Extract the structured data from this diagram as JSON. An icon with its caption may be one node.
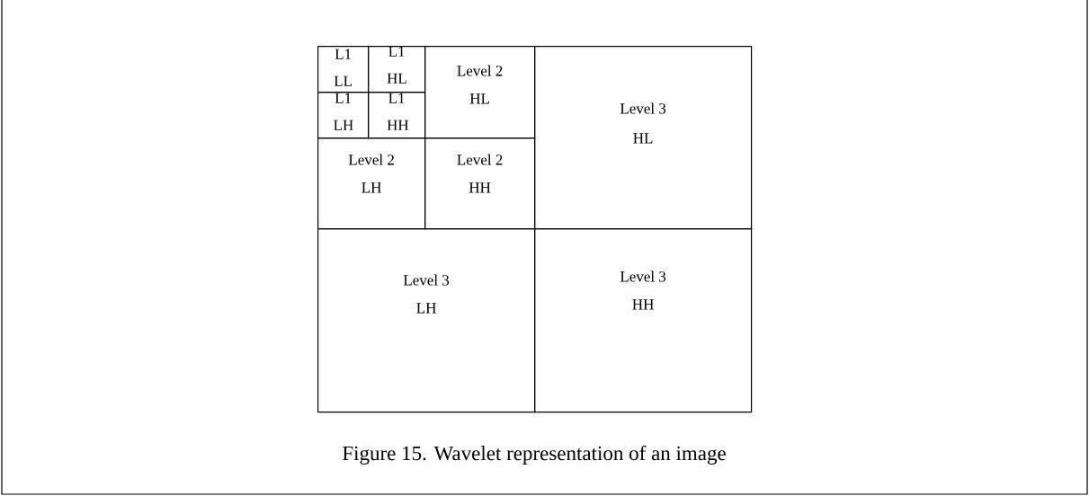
{
  "diagram": {
    "caption": "Figure 15. Wavelet representation of an image",
    "nodes": [
      {
        "text": [
          "L1 LL"
        ]
      },
      {
        "text": [
          "L1 HL"
        ]
      },
      {
        "text": [
          "L1 LH"
        ]
      },
      {
        "text": [
          "L1 HH"
        ]
      },
      {
        "text": [
          "Level 2 HL"
        ]
      },
      {
        "text": [
          "Level 2 LH"
        ]
      },
      {
        "text": [
          "Level 2 HH"
        ]
      },
      {
        "text": [
          "Level 3 HL"
        ]
      },
      {
        "text": [
          "Level 3 LH"
        ]
      },
      {
        "text": [
          "Level 3 HH"
        ]
      }
    ]
  }
}
